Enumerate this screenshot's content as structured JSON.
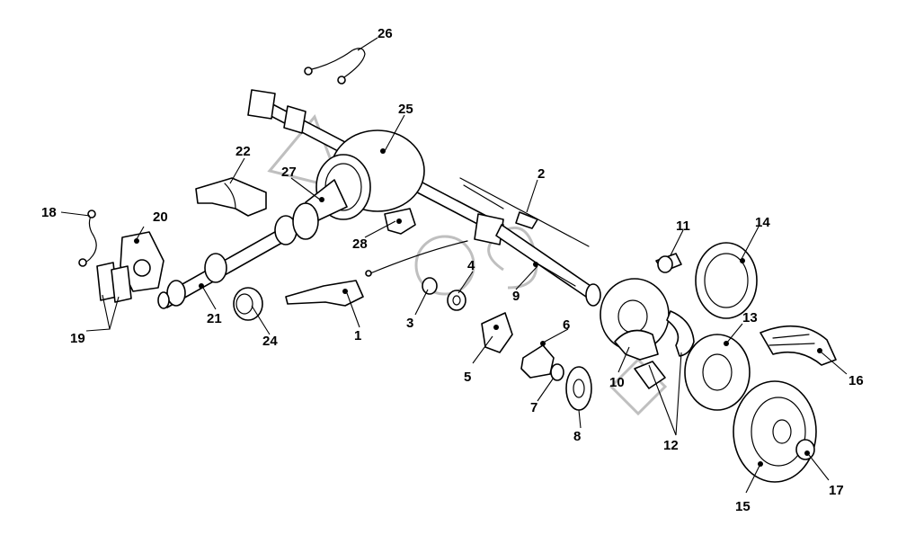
{
  "diagram": {
    "callouts": [
      {
        "id": "1",
        "label": "1"
      },
      {
        "id": "2",
        "label": "2"
      },
      {
        "id": "3",
        "label": "3"
      },
      {
        "id": "4",
        "label": "4"
      },
      {
        "id": "5",
        "label": "5"
      },
      {
        "id": "6",
        "label": "6"
      },
      {
        "id": "7",
        "label": "7"
      },
      {
        "id": "8",
        "label": "8"
      },
      {
        "id": "9",
        "label": "9"
      },
      {
        "id": "10",
        "label": "10"
      },
      {
        "id": "11",
        "label": "11"
      },
      {
        "id": "12",
        "label": "12"
      },
      {
        "id": "13",
        "label": "13"
      },
      {
        "id": "14",
        "label": "14"
      },
      {
        "id": "15",
        "label": "15"
      },
      {
        "id": "16",
        "label": "16"
      },
      {
        "id": "17",
        "label": "17"
      },
      {
        "id": "18",
        "label": "18"
      },
      {
        "id": "19",
        "label": "19"
      },
      {
        "id": "20",
        "label": "20"
      },
      {
        "id": "21",
        "label": "21"
      },
      {
        "id": "22",
        "label": "22"
      },
      {
        "id": "24",
        "label": "24"
      },
      {
        "id": "25",
        "label": "25"
      },
      {
        "id": "26",
        "label": "26"
      },
      {
        "id": "27",
        "label": "27"
      },
      {
        "id": "28",
        "label": "28"
      }
    ],
    "colors": {
      "line": "#000000",
      "background": "#ffffff",
      "watermark": "#bfbfbf"
    }
  }
}
